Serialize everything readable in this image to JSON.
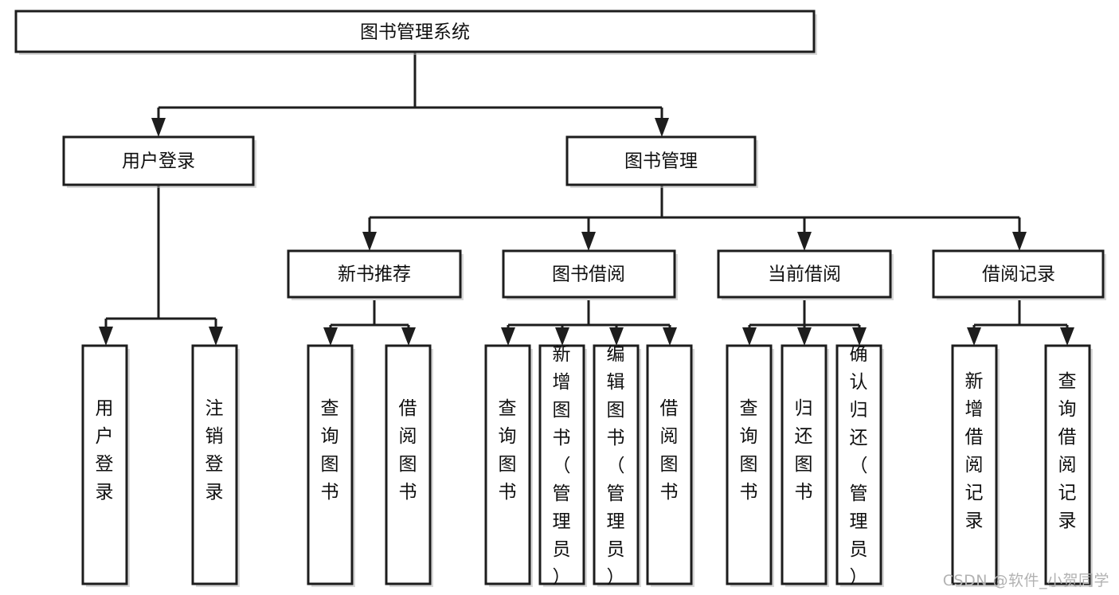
{
  "diagram": {
    "type": "tree",
    "title": "图书管理系统",
    "orientation": "top-down",
    "accent_color": "#1d1d1d",
    "background": "#ffffff",
    "root": {
      "id": "root",
      "label": "图书管理系统",
      "orientation": "horizontal"
    },
    "level2": [
      {
        "id": "user-login",
        "label": "用户登录",
        "orientation": "horizontal"
      },
      {
        "id": "book-manage",
        "label": "图书管理",
        "orientation": "horizontal"
      }
    ],
    "level3": [
      {
        "id": "new-book-rec",
        "label": "新书推荐",
        "orientation": "horizontal",
        "parent": "book-manage"
      },
      {
        "id": "book-borrow",
        "label": "图书借阅",
        "orientation": "horizontal",
        "parent": "book-manage"
      },
      {
        "id": "current-borrow",
        "label": "当前借阅",
        "orientation": "horizontal",
        "parent": "book-manage"
      },
      {
        "id": "borrow-record",
        "label": "借阅记录",
        "orientation": "horizontal",
        "parent": "book-manage"
      }
    ],
    "leaves": [
      {
        "id": "leaf-user-login",
        "label": "用户登录",
        "parent": "user-login",
        "orientation": "vertical"
      },
      {
        "id": "leaf-user-logout",
        "label": "注销登录",
        "parent": "user-login",
        "orientation": "vertical"
      },
      {
        "id": "leaf-query-book-1",
        "label": "查询图书",
        "parent": "new-book-rec",
        "orientation": "vertical"
      },
      {
        "id": "leaf-borrow-book-1",
        "label": "借阅图书",
        "parent": "new-book-rec",
        "orientation": "vertical"
      },
      {
        "id": "leaf-query-book-2",
        "label": "查询图书",
        "parent": "book-borrow",
        "orientation": "vertical"
      },
      {
        "id": "leaf-add-book",
        "label": "新增图书（管理员）",
        "parent": "book-borrow",
        "orientation": "vertical"
      },
      {
        "id": "leaf-edit-book",
        "label": "编辑图书（管理员）",
        "parent": "book-borrow",
        "orientation": "vertical"
      },
      {
        "id": "leaf-borrow-book-2",
        "label": "借阅图书",
        "parent": "book-borrow",
        "orientation": "vertical"
      },
      {
        "id": "leaf-query-book-3",
        "label": "查询图书",
        "parent": "current-borrow",
        "orientation": "vertical"
      },
      {
        "id": "leaf-return-book",
        "label": "归还图书",
        "parent": "current-borrow",
        "orientation": "vertical"
      },
      {
        "id": "leaf-confirm-return",
        "label": "确认归还（管理员）",
        "parent": "current-borrow",
        "orientation": "vertical"
      },
      {
        "id": "leaf-add-record",
        "label": "新增借阅记录",
        "parent": "borrow-record",
        "orientation": "vertical"
      },
      {
        "id": "leaf-query-record",
        "label": "查询借阅记录",
        "parent": "borrow-record",
        "orientation": "vertical"
      }
    ]
  },
  "watermark": {
    "text": "CSDN @软件_小贺同学"
  }
}
